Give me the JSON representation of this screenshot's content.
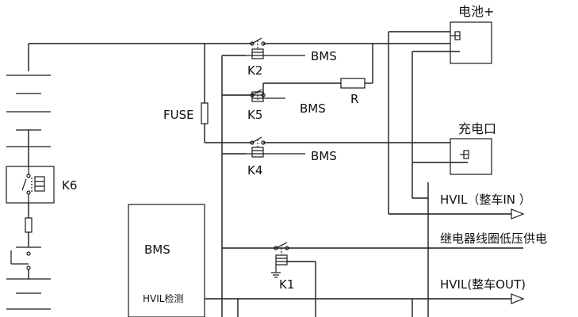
{
  "labels": {
    "battery_plus": "电池+",
    "charge_port": "充电口",
    "hvil_in": "HVIL（整车IN ）",
    "relay_coil_supply": "继电器线圈低压供电",
    "hvil_out": "HVIL(整车OUT)",
    "fuse": "FUSE",
    "k2": "K2",
    "k5": "K5",
    "k4": "K4",
    "k6": "K6",
    "k1": "K1",
    "r": "R",
    "bms_k2": "BMS",
    "bms_k5": "BMS",
    "bms_k4": "BMS",
    "bms_block": "BMS",
    "hvil_detect": "HVIL检测"
  }
}
